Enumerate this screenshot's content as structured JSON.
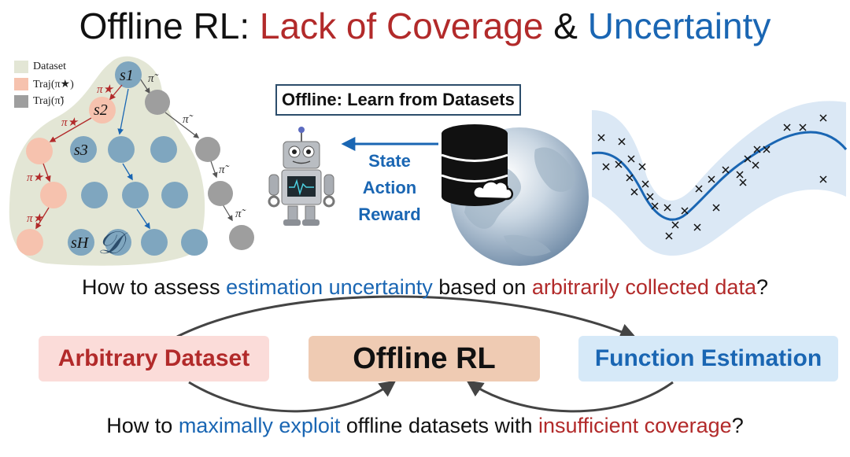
{
  "title": {
    "part1": "Offline RL: ",
    "part2": "Lack of Coverage",
    "part3": " & ",
    "part4": "Uncertainty"
  },
  "legend": {
    "dataset": "Dataset",
    "traj_opt": "Traj(π★)",
    "traj_beh": "Traj(π̃)"
  },
  "tree": {
    "s1": "s1",
    "s2": "s2",
    "s3": "s3",
    "sH": "sH",
    "dataset_symbol": "𝒟",
    "pi_star": "π★",
    "pi_tilde": "π̃"
  },
  "center": {
    "box_label": "Offline: Learn from Datasets",
    "state": "State",
    "action": "Action",
    "reward": "Reward"
  },
  "questions": {
    "q1_a": "How to assess ",
    "q1_b": "estimation uncertainty",
    "q1_c": " based on ",
    "q1_d": "arbitrarily collected data",
    "q1_e": "?",
    "q2_a": "How to ",
    "q2_b": "maximally exploit",
    "q2_c": " offline datasets with ",
    "q2_d": "insufficient coverage",
    "q2_e": "?"
  },
  "pills": {
    "dataset": "Arbitrary Dataset",
    "offline": "Offline RL",
    "function": "Function Estimation"
  },
  "colors": {
    "red": "#b22a2a",
    "blue": "#1a66b3",
    "dataset_region": "#e3e6d5",
    "traj_opt_node": "#f6c2ae",
    "traj_beh_node": "#9e9e9e",
    "data_node": "#7fa6bf"
  },
  "icons": {
    "robot": "robot-icon",
    "database": "database-icon",
    "globe": "globe-icon",
    "cloud": "cloud-icon"
  }
}
